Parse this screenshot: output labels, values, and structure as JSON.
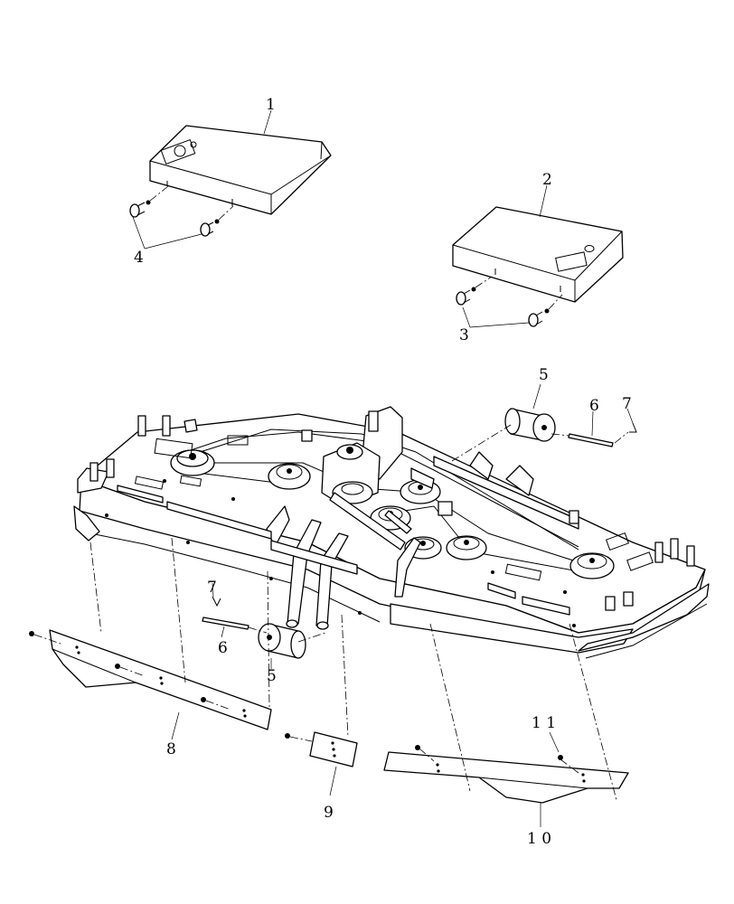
{
  "callouts": {
    "c1": "1",
    "c2": "2",
    "c3": "3",
    "c4": "4",
    "c5a": "5",
    "c5b": "5",
    "c6a": "6",
    "c6b": "6",
    "c7a": "7",
    "c7b": "7",
    "c8": "8",
    "c9": "9",
    "c10": "1 0",
    "c11": "1 1"
  }
}
